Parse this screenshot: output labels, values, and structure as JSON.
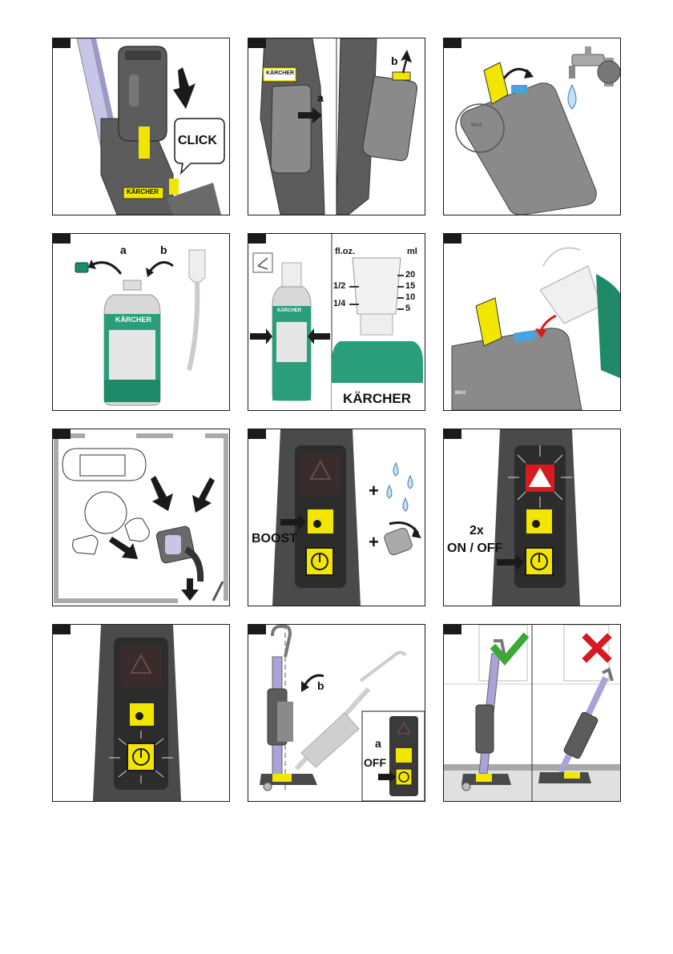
{
  "brand": {
    "name": "KÄRCHER"
  },
  "colors": {
    "karcher_yellow": "#f2e600",
    "device_gray": "#5c5c5c",
    "tank_gray": "#8a8a8a",
    "detergent_green": "#1f8a6a",
    "warning_red": "#d71a21",
    "check_green": "#3aa935",
    "cross_red": "#d71a21"
  },
  "panels": [
    {
      "id": 1,
      "texts": {
        "click": "CLICK"
      },
      "icons": [
        "arrow-down-icon",
        "speech-bubble-icon"
      ]
    },
    {
      "id": 2,
      "texts": {
        "a": "a",
        "b": "b"
      },
      "icons": [
        "arrow-right-icon",
        "arrow-up-icon"
      ]
    },
    {
      "id": 3,
      "texts": {
        "max": "MAX"
      },
      "icons": [
        "water-tap-icon",
        "water-drop-icon",
        "magnifier-circle-icon"
      ]
    },
    {
      "id": 4,
      "texts": {
        "a": "a",
        "b": "b"
      },
      "icons": [
        "bottle-cap-icon",
        "pump-dispenser-icon",
        "curved-arrow-icon"
      ]
    },
    {
      "id": 5,
      "texts": {
        "floz": "fl.oz.",
        "ml": "ml",
        "half": "1/2",
        "quarter": "1/4",
        "v20": "20",
        "v15": "15",
        "v10": "10",
        "v5": "5"
      },
      "icons": [
        "squeeze-arrow-icon",
        "measuring-cup-icon"
      ]
    },
    {
      "id": 6,
      "texts": {
        "max": "MAX"
      },
      "icons": [
        "pour-arrow-icon"
      ]
    },
    {
      "id": 7,
      "texts": {},
      "icons": [
        "room-plan-icon",
        "cleaning-path-arrow-icon"
      ]
    },
    {
      "id": 8,
      "texts": {
        "boost": "BOOST",
        "plus1": "+",
        "plus2": "+"
      },
      "icons": [
        "warning-icon",
        "boost-icon",
        "power-icon",
        "water-drops-icon",
        "roller-speed-icon"
      ]
    },
    {
      "id": 9,
      "texts": {
        "twox": "2x",
        "onoff": "ON / OFF"
      },
      "icons": [
        "warning-icon",
        "boost-icon",
        "power-icon"
      ]
    },
    {
      "id": 10,
      "texts": {},
      "icons": [
        "warning-icon",
        "boost-icon",
        "power-icon"
      ]
    },
    {
      "id": 11,
      "texts": {
        "a": "a",
        "b": "b",
        "off": "OFF"
      },
      "icons": [
        "tilt-arrow-icon",
        "power-icon"
      ]
    },
    {
      "id": 12,
      "texts": {},
      "icons": [
        "checkmark-icon",
        "cross-icon"
      ]
    }
  ]
}
